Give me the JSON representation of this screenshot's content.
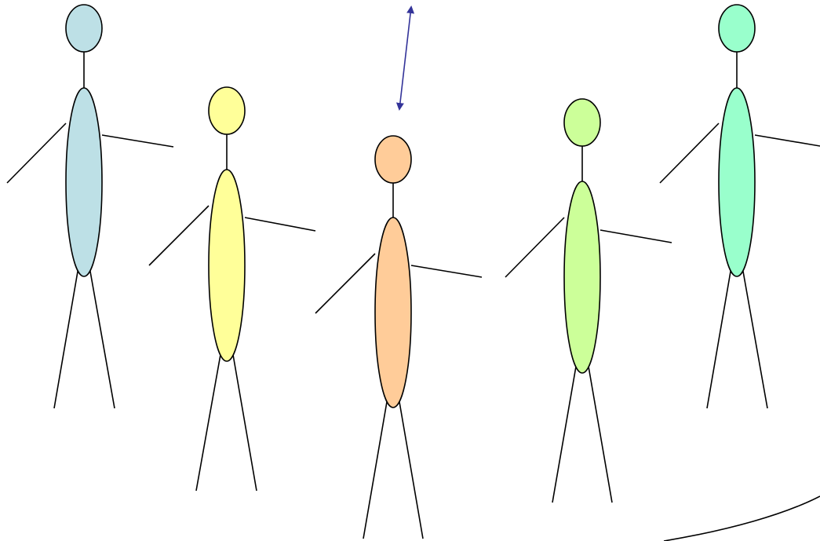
{
  "figures": [
    {
      "name": "figure-1",
      "color": "#BDE0E6"
    },
    {
      "name": "figure-2",
      "color": "#FFFF99"
    },
    {
      "name": "figure-3",
      "color": "#FFCC99"
    },
    {
      "name": "figure-4",
      "color": "#CCFF99"
    },
    {
      "name": "figure-5",
      "color": "#99FFCC"
    }
  ],
  "arrow": {
    "color": "#333399"
  },
  "line_color": "#000000"
}
